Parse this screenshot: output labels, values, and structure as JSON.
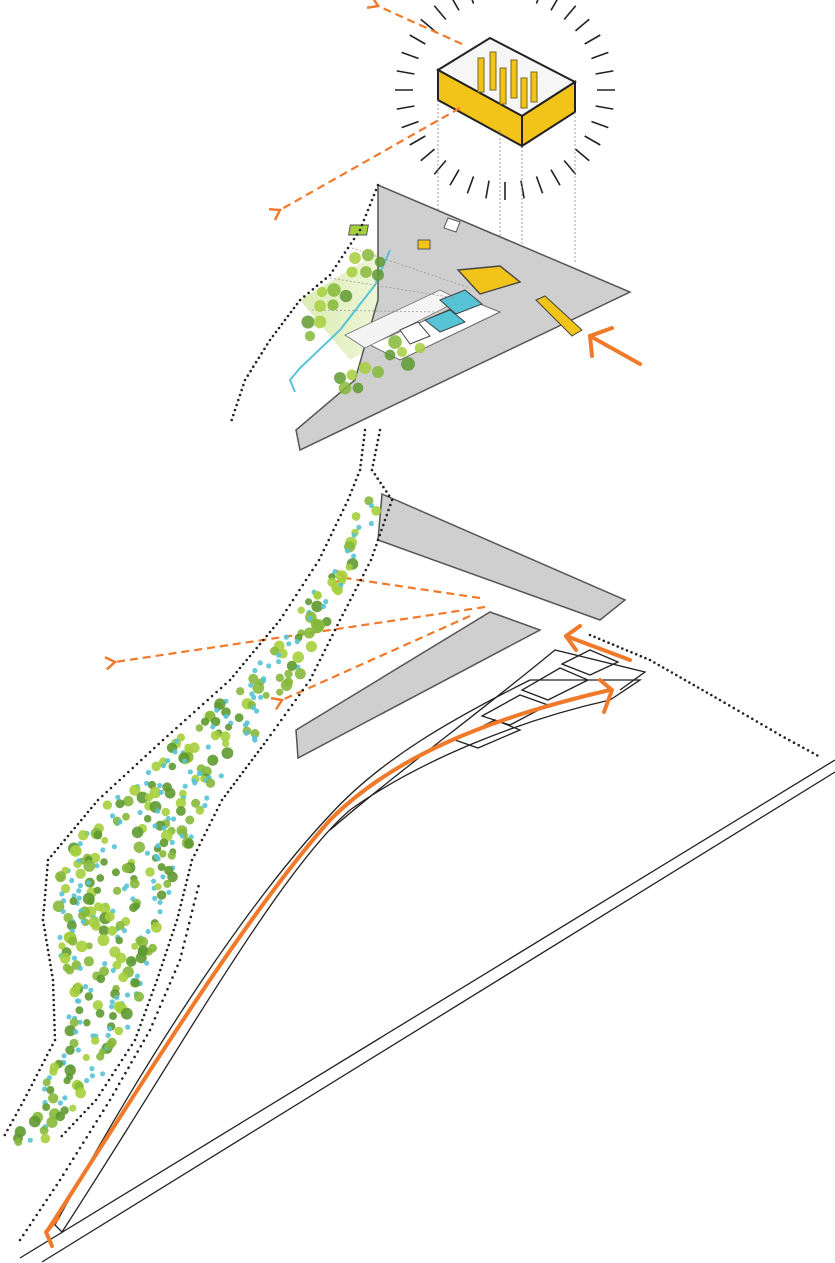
{
  "diagram": {
    "colors": {
      "background": "#ffffff",
      "accent_orange": "#f07a2a",
      "building_gray": "#cfcfcf",
      "building_stroke": "#666666",
      "yellow": "#f2c318",
      "cyan": "#56c3d6",
      "green_light": "#a6cf3c",
      "green_mid": "#86b83a",
      "green_dark": "#5f9a30",
      "line": "#222222"
    },
    "elements": [
      {
        "name": "exploded-volume-icon",
        "kind": "isometric box with vertical columns and radiating rays"
      },
      {
        "name": "upper-triangular-plan",
        "kind": "building footprint with courtyards and garden"
      },
      {
        "name": "lower-triangular-slabs",
        "kind": "two sliver slabs"
      },
      {
        "name": "site-ground-plan",
        "kind": "road triangle with orange access path"
      },
      {
        "name": "tree-band",
        "kind": "dotted boundary with green and blue circles"
      }
    ]
  }
}
